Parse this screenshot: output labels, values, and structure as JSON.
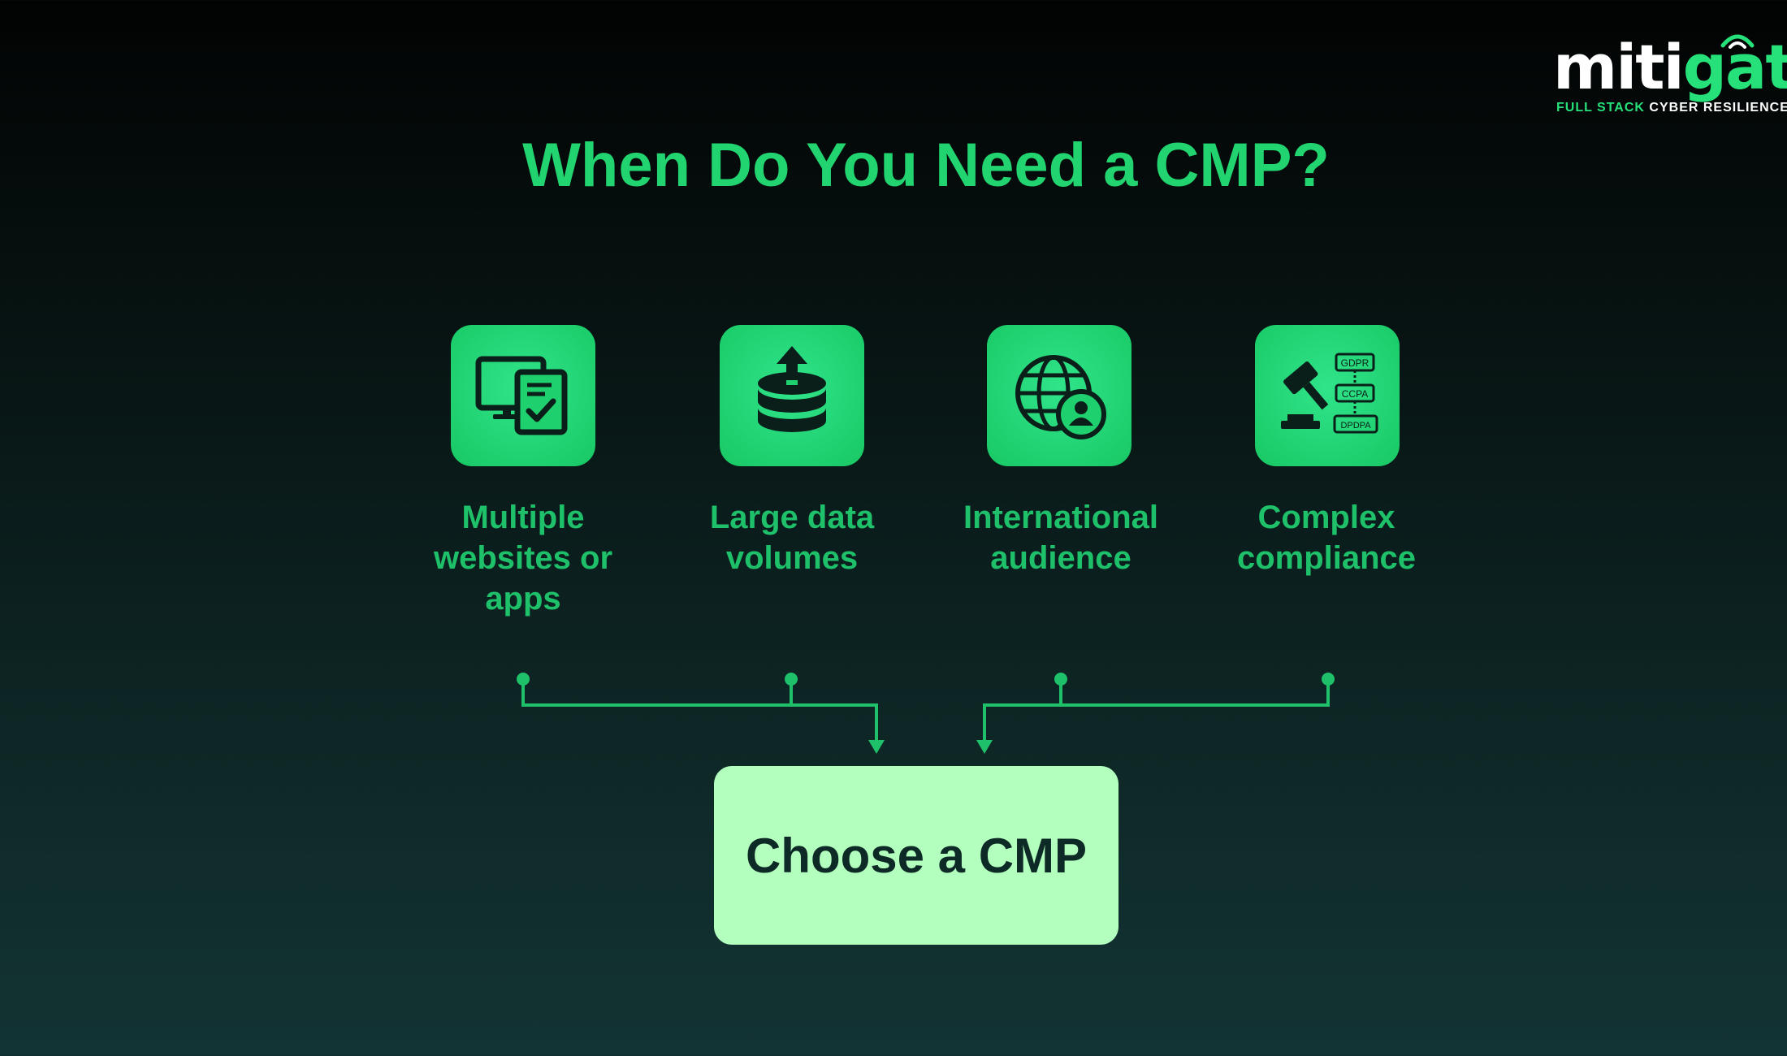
{
  "brand": {
    "name_part1": "miti",
    "name_part2": "gata",
    "tagline_part1": "FULL STACK",
    "tagline_part2": "CYBER RESILIENCE",
    "accent_color": "#26e07a"
  },
  "title": "When Do You Need a CMP?",
  "cards": [
    {
      "icon": "devices-checklist-icon",
      "label_lines": [
        "Multiple",
        "websites or",
        "apps"
      ]
    },
    {
      "icon": "database-upload-icon",
      "label_lines": [
        "Large data",
        "volumes"
      ]
    },
    {
      "icon": "globe-user-icon",
      "label_lines": [
        "International",
        "audience"
      ]
    },
    {
      "icon": "gavel-regulations-icon",
      "label_lines": [
        "Complex",
        "compliance"
      ],
      "regulations": [
        "GDPR",
        "CCPA",
        "DPDPA"
      ]
    }
  ],
  "result": {
    "label": "Choose a CMP"
  },
  "colors": {
    "primary_green": "#22d46f",
    "card_green": "#1fd06e",
    "result_box": "#b3ffbd",
    "dark_text": "#0e2a26"
  }
}
